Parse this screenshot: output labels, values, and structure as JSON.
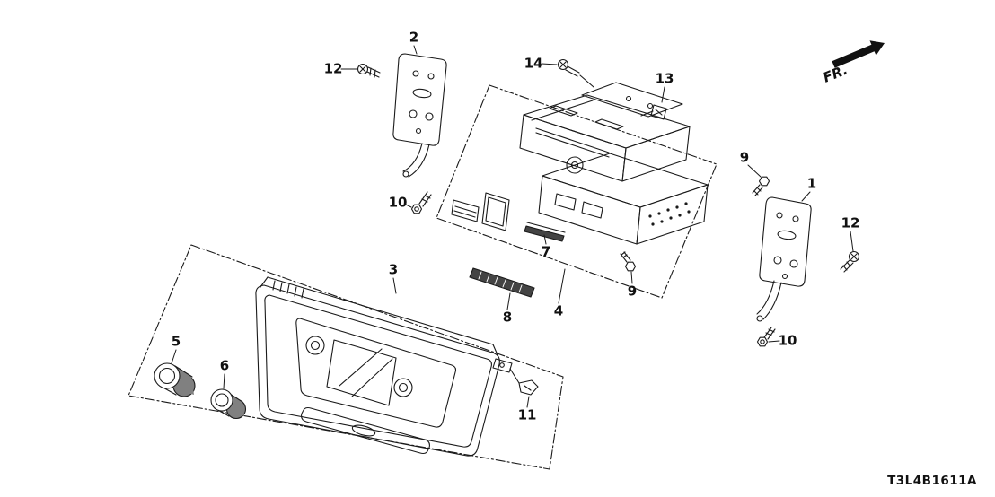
{
  "diagram": {
    "code": "T3L4B1611A",
    "direction_label": "FR.",
    "callouts": [
      {
        "part": "2"
      },
      {
        "part": "12"
      },
      {
        "part": "14"
      },
      {
        "part": "13"
      },
      {
        "part": "9"
      },
      {
        "part": "1"
      },
      {
        "part": "12"
      },
      {
        "part": "10"
      },
      {
        "part": "7"
      },
      {
        "part": "3"
      },
      {
        "part": "9"
      },
      {
        "part": "4"
      },
      {
        "part": "8"
      },
      {
        "part": "10"
      },
      {
        "part": "5"
      },
      {
        "part": "6"
      },
      {
        "part": "11"
      }
    ],
    "colors": {
      "background": "#ffffff",
      "line": "#1a1a1a",
      "dark_fill": "#444444",
      "arrow": "#111111"
    }
  }
}
